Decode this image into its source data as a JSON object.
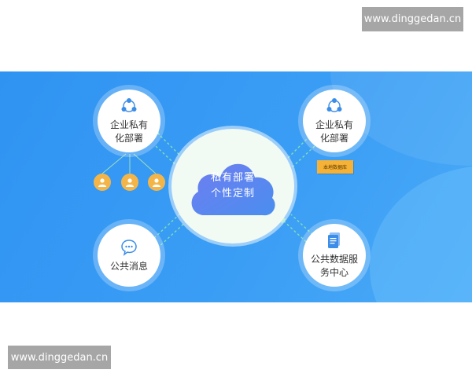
{
  "watermarks": {
    "top": "www.dinggedan.cn",
    "bottom": "www.dinggedan.cn"
  },
  "center": {
    "line1": "私有部署",
    "line2": "个性定制"
  },
  "nodes": {
    "top_left": {
      "line1": "企业私有",
      "line2": "化部署",
      "icon": "share-network-icon"
    },
    "top_right": {
      "line1": "企业私有",
      "line2": "化部署",
      "icon": "share-network-icon"
    },
    "bottom_left": {
      "label": "公共消息",
      "icon": "message-bubble-icon"
    },
    "bottom_right": {
      "line1": "公共数据服",
      "line2": "务中心",
      "icon": "document-stack-icon"
    }
  },
  "badge": "本地数据库",
  "users": [
    "user-icon",
    "user-icon",
    "user-icon"
  ],
  "colors": {
    "banner": "#2f93f2",
    "accent_green": "#7ad6a4",
    "icon_blue": "#3b8de8",
    "user_orange": "#f4b548",
    "badge": "#f6b137"
  }
}
